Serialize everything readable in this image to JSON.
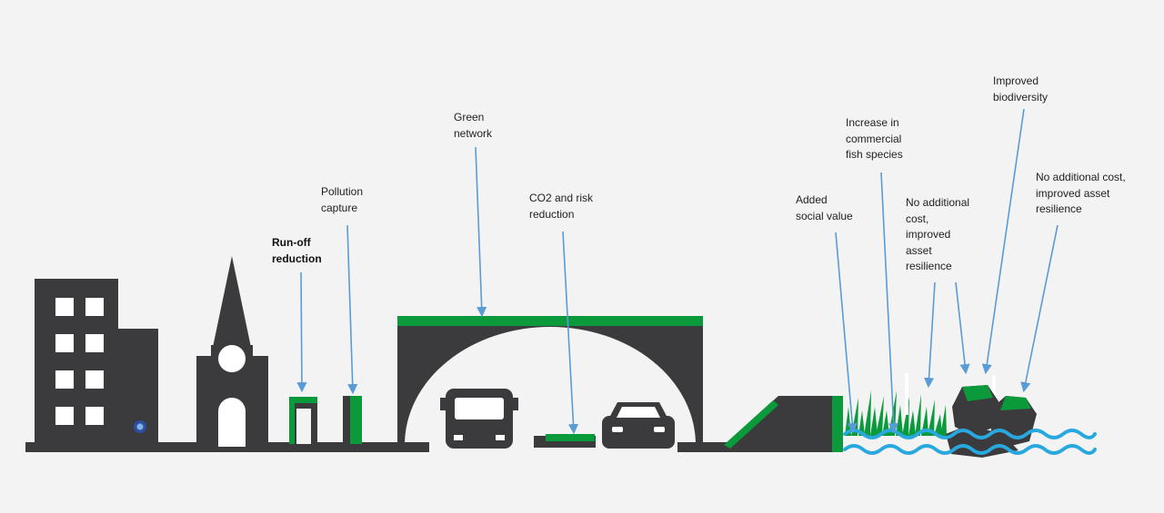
{
  "colors": {
    "background": "#f3f3f3",
    "building": "#3b3b3d",
    "green": "#0a9a3c",
    "arrow": "#5b9bd5",
    "water": "#29a8e0",
    "white": "#ffffff"
  },
  "labels": {
    "runoff": "Run-off\nreduction",
    "pollution": "Pollution\ncapture",
    "green_network": "Green\nnetwork",
    "co2": "CO2 and risk\nreduction",
    "social": "Added\nsocial value",
    "fish": "Increase in\ncommercial\nfish species",
    "asset1": "No additional\ncost,\nimproved\nasset\nresilience",
    "biodiversity": "Improved\nbiodiversity",
    "asset2": "No additional cost,\nimproved asset\nresilience"
  },
  "icons": {
    "office": "office-building-icon",
    "church": "church-icon",
    "bus": "bus-icon",
    "car": "car-icon",
    "reeds": "reeds-icon",
    "rocks": "rocks-icon",
    "waves": "water-waves-icon"
  }
}
